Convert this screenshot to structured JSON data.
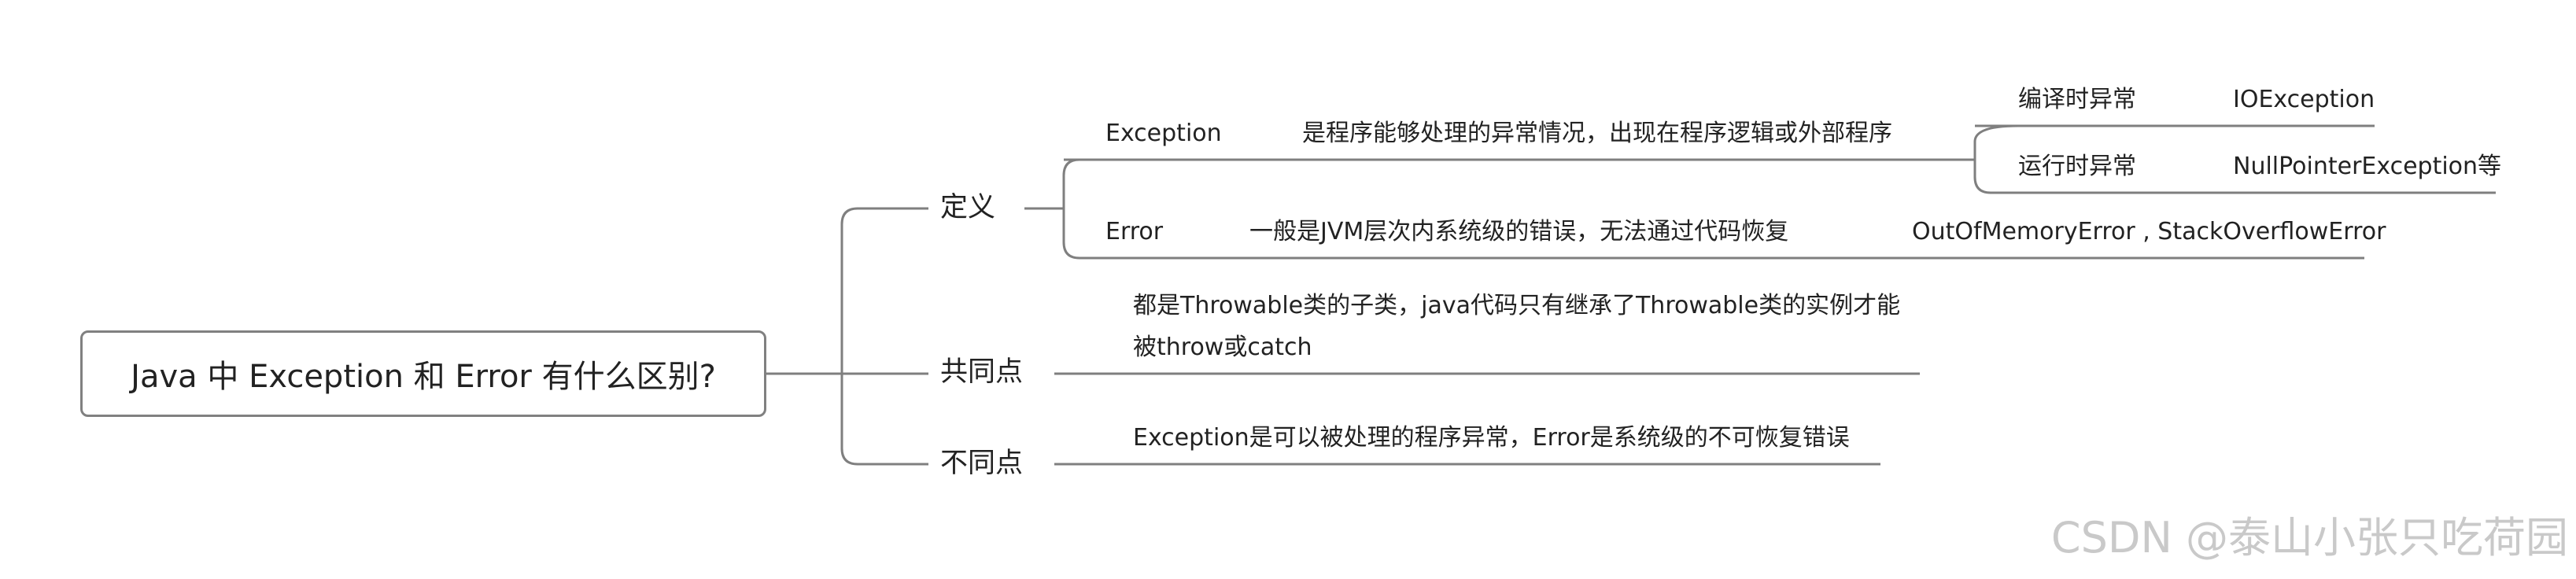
{
  "root": {
    "title": "Java 中 Exception 和 Error 有什么区别?"
  },
  "branches": {
    "definition": {
      "label": "定义",
      "exception": {
        "name": "Exception",
        "desc": "是程序能够处理的异常情况，出现在程序逻辑或外部程序",
        "children": [
          {
            "label": "编译时异常",
            "example": "IOException"
          },
          {
            "label": "运行时异常",
            "example": "NullPointerException等"
          }
        ]
      },
      "error": {
        "name": "Error",
        "desc": "一般是JVM层次内系统级的错误，无法通过代码恢复",
        "example": "OutOfMemoryError , StackOverflowError"
      }
    },
    "common": {
      "label": "共同点",
      "line1": "都是Throwable类的子类，java代码只有继承了Throwable类的实例才能",
      "line2": "被throw或catch"
    },
    "difference": {
      "label": "不同点",
      "text": "Exception是可以被处理的程序异常，Error是系统级的不可恢复错误"
    }
  },
  "watermark": "CSDN @泰山小张只吃荷园",
  "colors": {
    "line": "#7f7f7f",
    "text": "#222222",
    "watermark": "#c9c9c9"
  }
}
